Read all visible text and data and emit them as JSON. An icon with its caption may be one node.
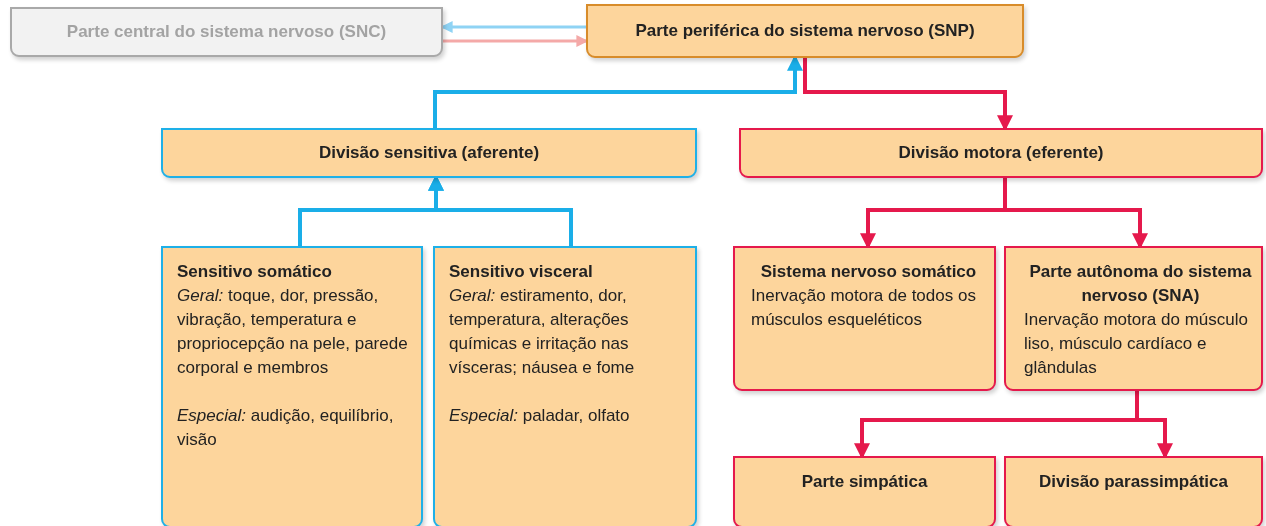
{
  "diagram": {
    "nodes": [
      {
        "text": [
          "Parte central do sistema nervoso (SNC)"
        ]
      },
      {
        "text": [
          "Parte periférica do sistema nervoso (SNP)"
        ]
      },
      {
        "text": [
          "Divisão sensitiva (aferente)"
        ]
      },
      {
        "text": [
          "Divisão motora (eferente)"
        ]
      },
      {
        "text": [
          "Sensitivo somático",
          "*Geral:* toque, dor, pressão, vibração, temperatura e propriocepção na pele, parede corporal e membros",
          "*Especial:* audição, equilíbrio, visão"
        ]
      },
      {
        "text": [
          "Sensitivo visceral",
          "*Geral:* estiramento, dor, temperatura, alterações químicas e irritação nas vísceras; náusea e fome",
          "*Especial:* paladar, olfato"
        ]
      },
      {
        "text": [
          "Sistema nervoso somático",
          "Inervação motora de todos os músculos esqueléticos"
        ]
      },
      {
        "text": [
          "Parte autônoma do sistema nervoso (SNA)",
          "Inervação motora do músculo liso, músculo cardíaco e glândulas"
        ]
      },
      {
        "text": [
          "Parte simpática"
        ]
      },
      {
        "text": [
          "Divisão parassimpática"
        ]
      }
    ],
    "edges": [
      {
        "from": 1,
        "to": 0,
        "arrow": "to",
        "color": "#8fd3f4"
      },
      {
        "from": 0,
        "to": 1,
        "arrow": "to",
        "color": "#f4a9a8"
      },
      {
        "from": 2,
        "to": 1,
        "arrow": "to",
        "color": "#1aaee8"
      },
      {
        "from": 1,
        "to": 3,
        "arrow": "to",
        "color": "#e5194c"
      },
      {
        "from": 4,
        "to": 2,
        "arrow": "to",
        "color": "#1aaee8"
      },
      {
        "from": 5,
        "to": 2,
        "arrow": "to",
        "color": "#1aaee8"
      },
      {
        "from": 3,
        "to": 6,
        "arrow": "to",
        "color": "#e5194c"
      },
      {
        "from": 3,
        "to": 7,
        "arrow": "to",
        "color": "#e5194c"
      },
      {
        "from": 7,
        "to": 8,
        "arrow": "to",
        "color": "#e5194c"
      },
      {
        "from": 7,
        "to": 9,
        "arrow": "to",
        "color": "#e5194c"
      }
    ]
  }
}
